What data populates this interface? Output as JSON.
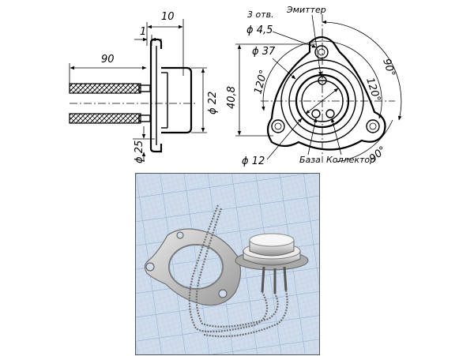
{
  "side_view": {
    "dim_width": "10",
    "dim_flange": "1",
    "dim_lead_length": "90",
    "dim_body_diameter": "ϕ 22",
    "dim_flange_diameter": "ϕ 25"
  },
  "top_view": {
    "holes_label": "3 отв.",
    "hole_diameter": "ϕ 4,5",
    "emitter_label": "Эмиттер",
    "circle_diameter": "ϕ 37",
    "overall_height": "40,8",
    "angle_a": "120°",
    "angle_b": "120°",
    "angle_c": "90°",
    "angle_d": "90°",
    "lead_circle_diameter": "ϕ 12",
    "base_label": "База",
    "collector_label": "Коллектор"
  },
  "colors": {
    "drawing_ink": "#000000",
    "graph_paper_bg": "#cfdcec",
    "graph_paper_line": "#9bb3d0",
    "metal_light": "#d8d8d8",
    "metal_dark": "#8a8a8a"
  }
}
